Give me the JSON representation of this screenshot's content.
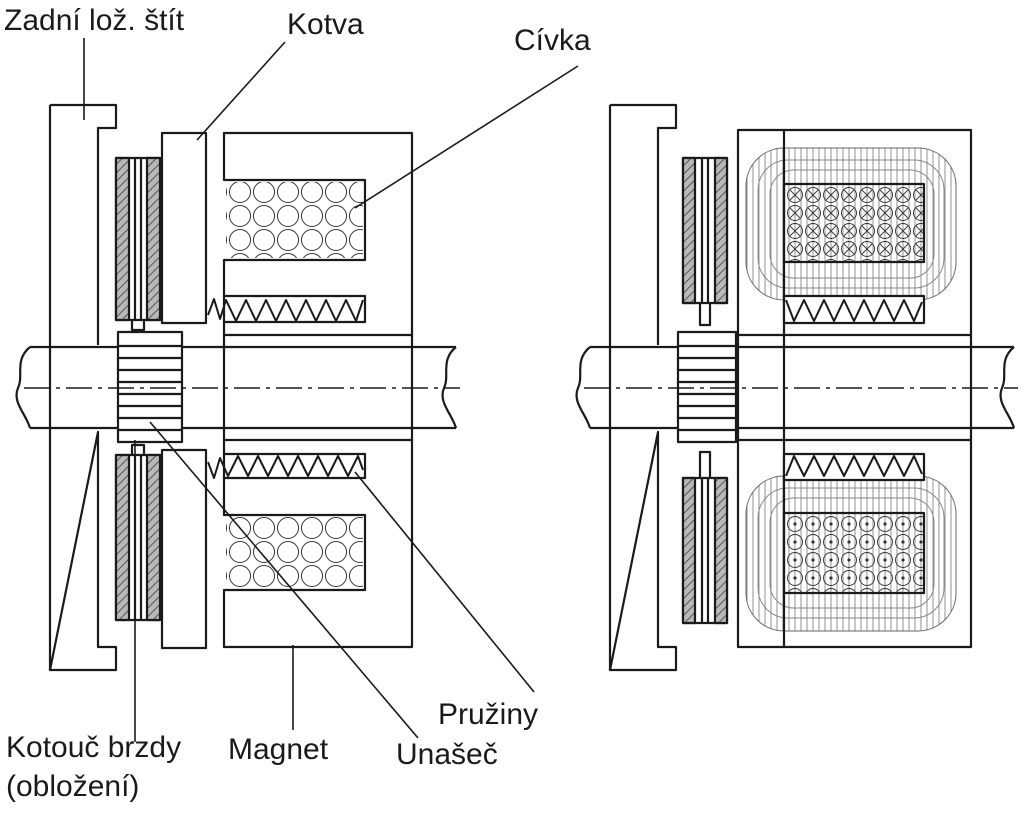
{
  "labels": {
    "rear_shield": "Zadní lož. štít",
    "armature": "Kotva",
    "coil": "Cívka",
    "springs": "Pružiny",
    "brake_disc_line1": "Kotouč brzdy",
    "brake_disc_line2": "(obložení)",
    "magnet": "Magnet",
    "hub": "Unašeč"
  },
  "colors": {
    "line": "#1a1a1a",
    "lining_fill": "#9a9a9a",
    "background": "#ffffff"
  }
}
